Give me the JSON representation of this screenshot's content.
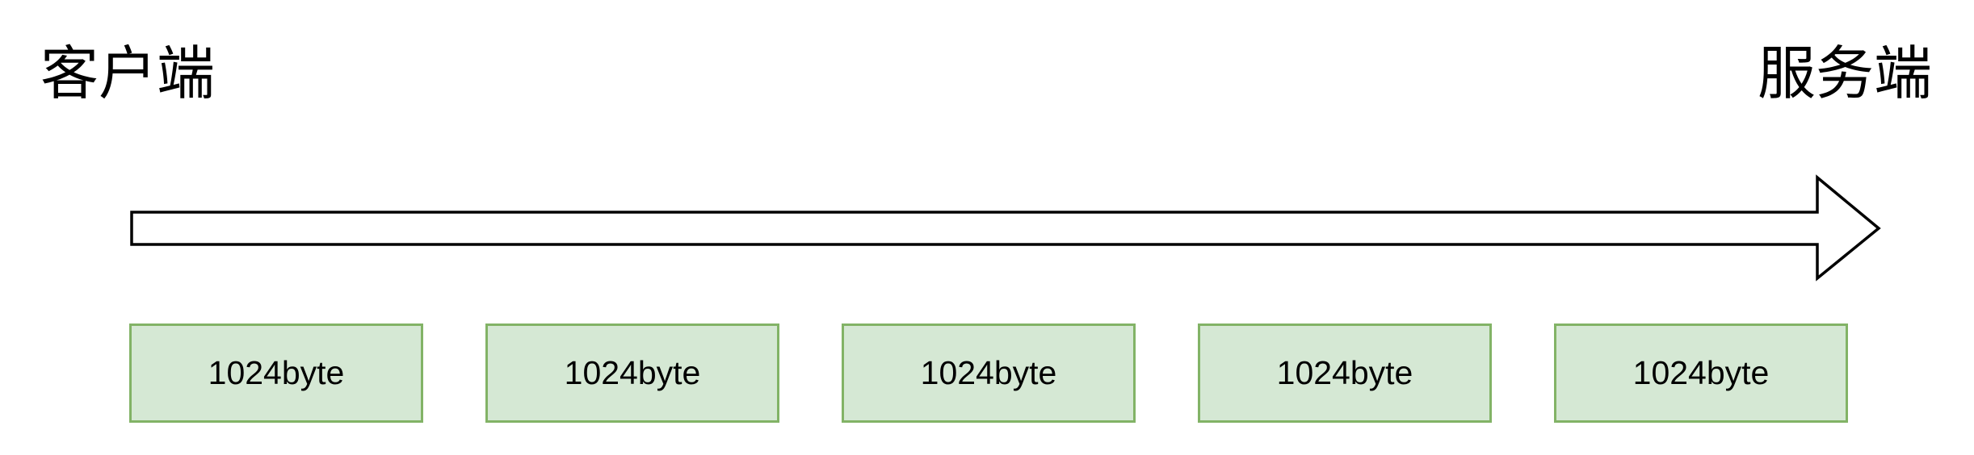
{
  "endpoints": {
    "client": "客户端",
    "server": "服务端"
  },
  "packets": [
    {
      "label": "1024byte"
    },
    {
      "label": "1024byte"
    },
    {
      "label": "1024byte"
    },
    {
      "label": "1024byte"
    },
    {
      "label": "1024byte"
    }
  ],
  "colors": {
    "packet_fill": "#d5e8d4",
    "packet_stroke": "#82b366",
    "arrow_stroke": "#000000",
    "arrow_fill": "#ffffff"
  }
}
